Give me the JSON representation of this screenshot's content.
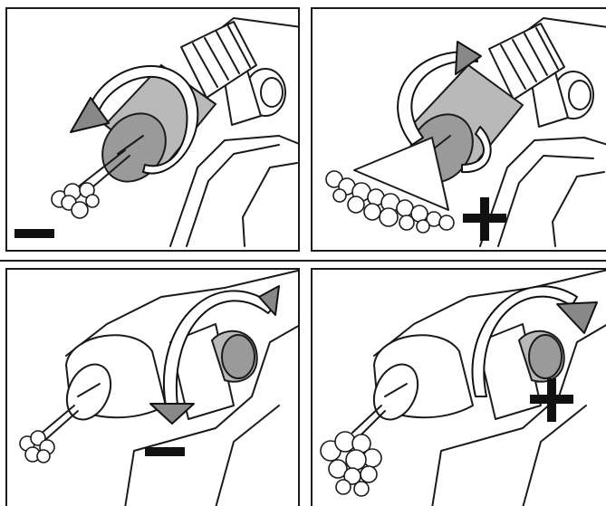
{
  "figure": {
    "panels": [
      {
        "id": "p1",
        "step": "nozzle-turned-narrow",
        "sign": "minus"
      },
      {
        "id": "p2",
        "step": "nozzle-turned-wide",
        "sign": "plus"
      },
      {
        "id": "p3",
        "step": "flow-knob-turned-down",
        "sign": "minus"
      },
      {
        "id": "p4",
        "step": "flow-knob-turned-up",
        "sign": "plus"
      }
    ],
    "colors": {
      "line": "#1a1a1a",
      "highlight": "#b9b9b9",
      "arrow": "#888888",
      "background": "#ffffff"
    }
  }
}
